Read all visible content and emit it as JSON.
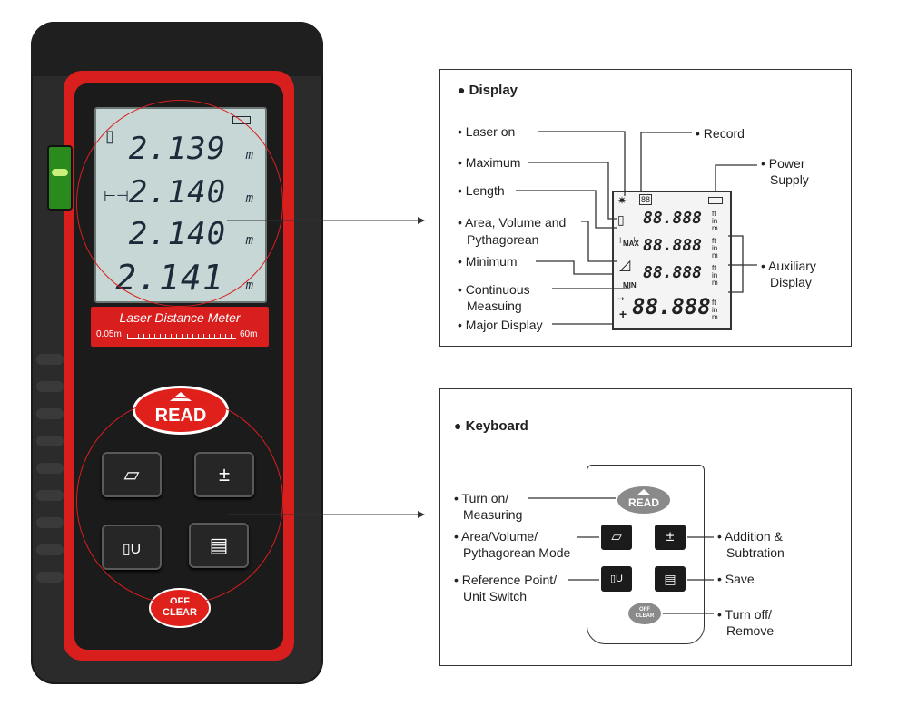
{
  "device": {
    "lcd_rows": [
      "2.139",
      "2.140",
      "2.140",
      "2.141"
    ],
    "lcd_unit": "m",
    "brand_label": "Laser Distance Meter",
    "range_min": "0.05m",
    "range_max": "60m",
    "read_label": "READ",
    "off_label": "OFF",
    "clear_label": "CLEAR"
  },
  "display_panel": {
    "title": "Display",
    "lcd_digits": "88.888",
    "lcd_unit_ft": "ft",
    "lcd_unit_in": "in",
    "lcd_unit_m": "m",
    "max_tag": "MAX",
    "min_tag": "MIN",
    "left_labels": [
      "Laser on",
      "Maximum",
      "Length",
      "Area, Volume and",
      "Pythagorean",
      "Minimum",
      "Continuous",
      "Measuing",
      "Major Display"
    ],
    "right_labels": [
      "Record",
      "Power",
      "Supply",
      "Auxiliary",
      "Display"
    ]
  },
  "keyboard_panel": {
    "title": "Keyboard",
    "read_label": "READ",
    "off_label": "OFF",
    "clear_label": "CLEAR",
    "left_labels": [
      "Turn on/",
      "Measuring",
      "Area/Volume/",
      "Pythagorean Mode",
      "Reference Point/",
      "Unit Switch"
    ],
    "right_labels": [
      "Addition &",
      "Subtration",
      "Save",
      "Turn off/",
      "Remove"
    ]
  }
}
